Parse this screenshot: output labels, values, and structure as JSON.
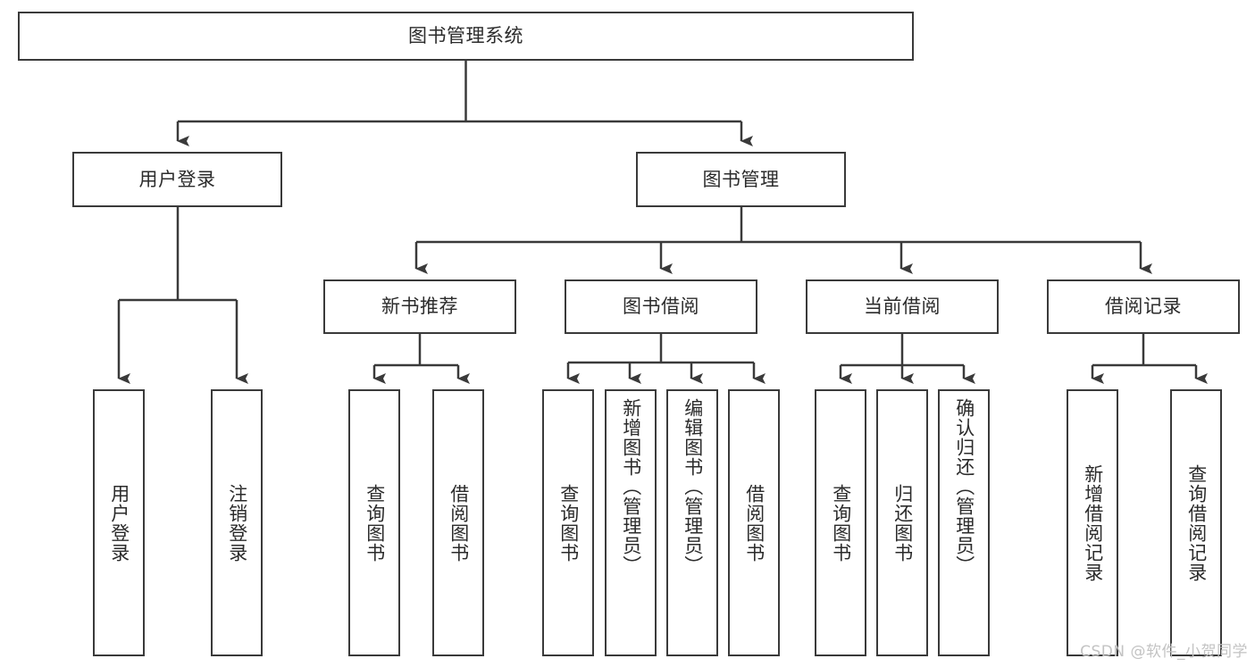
{
  "diagram": {
    "type": "tree",
    "title": "图书管理系统",
    "watermark": "CSDN @软件_小贺同学",
    "colors": {
      "stroke": "#3a3a3a",
      "fill": "#ffffff",
      "text": "#2b2b2b",
      "watermark": "#c3c3c3"
    },
    "nodes": {
      "root": {
        "label": "图书管理系统",
        "level": 1,
        "orientation": "horizontal"
      },
      "l2": [
        {
          "id": "user-login",
          "label": "用户登录",
          "level": 2,
          "orientation": "horizontal"
        },
        {
          "id": "book-manage",
          "label": "图书管理",
          "level": 2,
          "orientation": "horizontal"
        }
      ],
      "l3": [
        {
          "id": "new-book-rec",
          "label": "新书推荐",
          "level": 3,
          "orientation": "horizontal"
        },
        {
          "id": "book-borrow",
          "label": "图书借阅",
          "level": 3,
          "orientation": "horizontal"
        },
        {
          "id": "current-borrow",
          "label": "当前借阅",
          "level": 3,
          "orientation": "horizontal"
        },
        {
          "id": "borrow-record",
          "label": "借阅记录",
          "level": 3,
          "orientation": "horizontal"
        }
      ],
      "leaves": [
        {
          "id": "leaf-user-login",
          "label": "用户登录",
          "parent": "user-login",
          "orientation": "vertical"
        },
        {
          "id": "leaf-user-logout",
          "label": "注销登录",
          "parent": "user-login",
          "orientation": "vertical"
        },
        {
          "id": "leaf-query-book-1",
          "label": "查询图书",
          "parent": "new-book-rec",
          "orientation": "vertical"
        },
        {
          "id": "leaf-borrow-book-1",
          "label": "借阅图书",
          "parent": "new-book-rec",
          "orientation": "vertical"
        },
        {
          "id": "leaf-query-book-2",
          "label": "查询图书",
          "parent": "book-borrow",
          "orientation": "vertical"
        },
        {
          "id": "leaf-add-book",
          "label": "新增图书（管理员）",
          "parent": "book-borrow",
          "orientation": "vertical"
        },
        {
          "id": "leaf-edit-book",
          "label": "编辑图书（管理员）",
          "parent": "book-borrow",
          "orientation": "vertical"
        },
        {
          "id": "leaf-borrow-book-2",
          "label": "借阅图书",
          "parent": "book-borrow",
          "orientation": "vertical"
        },
        {
          "id": "leaf-query-book-3",
          "label": "查询图书",
          "parent": "current-borrow",
          "orientation": "vertical"
        },
        {
          "id": "leaf-return-book",
          "label": "归还图书",
          "parent": "current-borrow",
          "orientation": "vertical"
        },
        {
          "id": "leaf-confirm-return",
          "label": "确认归还（管理员）",
          "parent": "current-borrow",
          "orientation": "vertical"
        },
        {
          "id": "leaf-add-record",
          "label": "新增借阅记录",
          "parent": "borrow-record",
          "orientation": "vertical"
        },
        {
          "id": "leaf-query-record",
          "label": "查询借阅记录",
          "parent": "borrow-record",
          "orientation": "vertical"
        }
      ]
    }
  }
}
